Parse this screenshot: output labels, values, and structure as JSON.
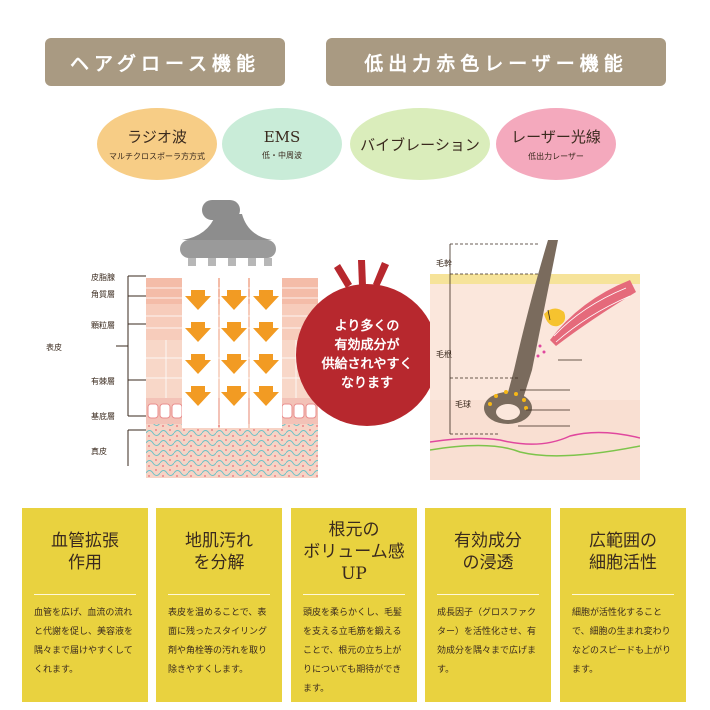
{
  "tags": [
    {
      "label": "ヘアグロース機能"
    },
    {
      "label": "低出力赤色レーザー機能"
    }
  ],
  "modes": [
    {
      "title": "ラジオ波",
      "sub": "マルチクロスポーラ方方式",
      "color": "#f7cd86"
    },
    {
      "title": "EMS",
      "sub": "低・中周波",
      "color": "#c9ecd8"
    },
    {
      "title": "バイブレーション",
      "sub": "",
      "color": "#daedbb"
    },
    {
      "title": "レーザー光線",
      "sub": "低出力レーザー",
      "color": "#f4a9bd"
    }
  ],
  "skin_labels": {
    "hishisen": "皮脂腺",
    "kakushitsu": "角質層",
    "kenryu": "顆粒層",
    "hyohi": "表皮",
    "yukyoku": "有棘層",
    "kitei": "基底層",
    "shinpi": "真皮"
  },
  "callout": {
    "lines": [
      "より多くの",
      "有効成分が",
      "供給されやすく",
      "なります"
    ],
    "color": "#b7282e"
  },
  "hair_labels": {
    "mokan": "毛幹",
    "mokon": "毛根",
    "mokyu": "毛球"
  },
  "cards": [
    {
      "title": "血管拡張\n作用",
      "body": "血管を広げ、血流の流れと代謝を促し、美容液を隅々まで届けやすくしてくれます。"
    },
    {
      "title": "地肌汚れ\nを分解",
      "body": "表皮を温めることで、表面に残ったスタイリング剤や角栓等の汚れを取り除きやすくします。"
    },
    {
      "title": "根元の\nボリューム感\nUP",
      "body": "頭皮を柔らかくし、毛髪を支える立毛筋を鍛えることで、根元の立ち上がりについても期待ができます。"
    },
    {
      "title": "有効成分\nの浸透",
      "body": "成長因子（グロスファクター）を活性化させ、有効成分を隅々まで広げます。"
    },
    {
      "title": "広範囲の\n細胞活性",
      "body": "細胞が活性化することで、細胞の生まれ変わりなどのスピードも上がります。"
    }
  ]
}
